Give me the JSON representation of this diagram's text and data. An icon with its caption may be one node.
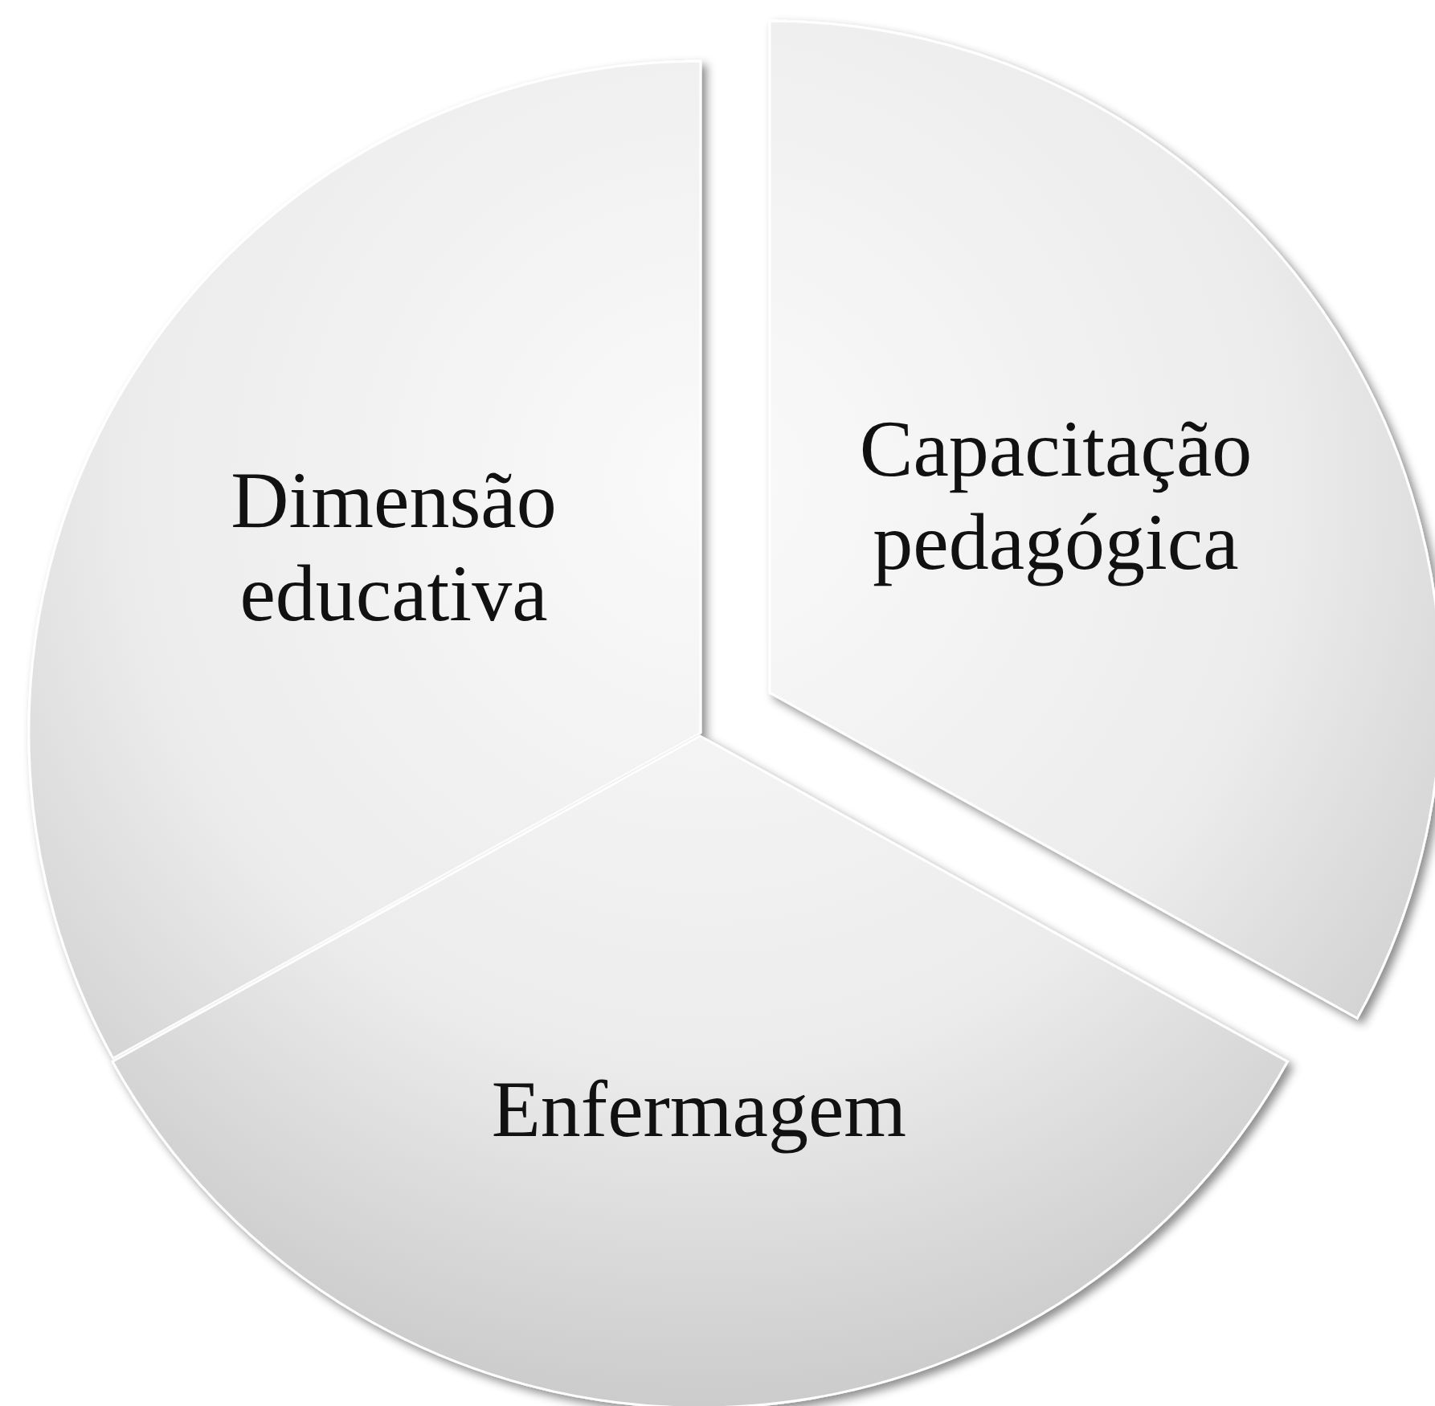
{
  "diagram": {
    "nodes": [
      {
        "text": [
          "Dimensão educativa"
        ]
      },
      {
        "text": [
          "Capacitação pedagógica"
        ]
      },
      {
        "text": [
          "Enfermagem"
        ]
      }
    ]
  }
}
